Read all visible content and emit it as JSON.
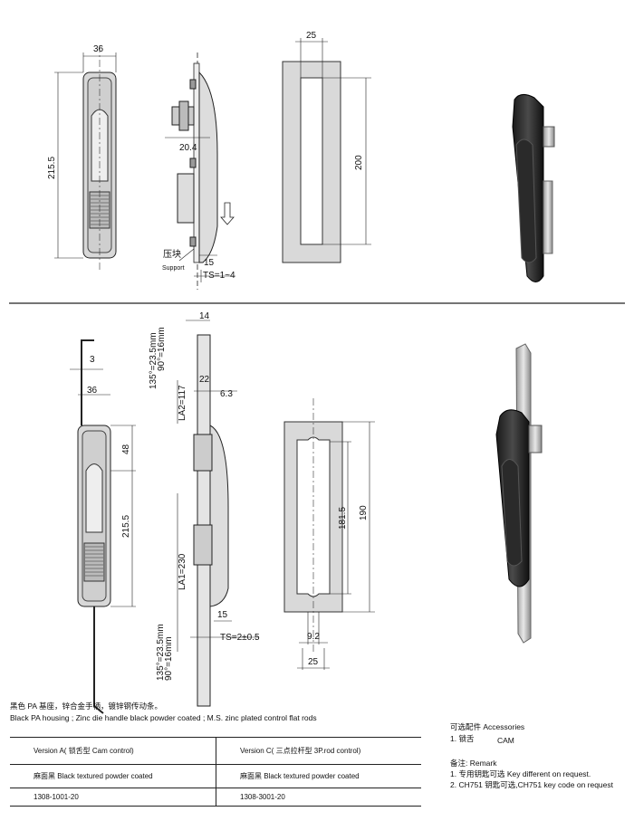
{
  "top": {
    "front_width": "36",
    "front_height": "215.5",
    "side_offset": "20.4",
    "support_cn": "压块",
    "support_en": "Support",
    "support_dim": "15",
    "ts_label": "TS=1~4",
    "cutout_width": "25",
    "cutout_height": "200"
  },
  "bottom": {
    "rod_width": "3",
    "front_width": "36",
    "front_top": "48",
    "front_height": "215.5",
    "side_width": "14",
    "rod_top_note1": "90°=16mm",
    "rod_top_note2": "135°=23.5mm",
    "side_depth": "22",
    "side_offset": "6.3",
    "la2": "LA2=117",
    "la1": "LA1=230",
    "support_dim": "15",
    "ts_label": "TS=2±0.5",
    "rod_bot_note1": "135°=23.5mm",
    "rod_bot_note2": "90°=16mm",
    "cutout_inner": "181.5",
    "cutout_outer": "190",
    "cutout_slot": "9.2",
    "cutout_width": "25"
  },
  "material": {
    "line_cn": "黑色 PA 基座，锌合金手柄，镀锌钢传动条。",
    "line_en": "Black PA housing ; Zinc die handle black powder coated ; M.S. zinc plated  control flat rods"
  },
  "table": {
    "col_a_header": "Version A( 锁舌型 Cam control)",
    "col_c_header": "Version C( 三点拉杆型 3P.rod control)",
    "col_a_finish": "麻面黑 Black  textured powder coated",
    "col_c_finish": "麻面黑 Black textured powder coated",
    "col_a_code": "1308-1001-20",
    "col_c_code": "1308-3001-20"
  },
  "accessories": {
    "title": "可选配件 Accessories",
    "item1_num": "1. 锁舌",
    "item1_name": "CAM"
  },
  "remark": {
    "title": "备注: Remark",
    "line1": "1. 专用钥匙可选 Key different on request.",
    "line2": "2. CH751 钥匙可选,CH751 key code on request"
  }
}
